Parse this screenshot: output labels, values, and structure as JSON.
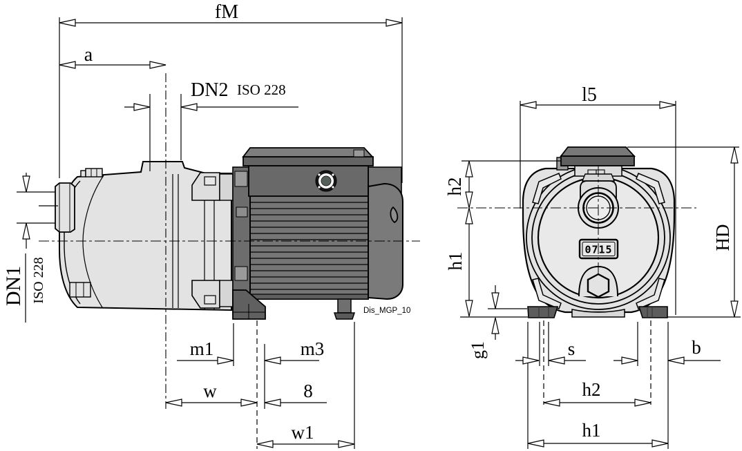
{
  "drawing_code": "Dis_MGP_10",
  "side_view": {
    "dimension_labels": {
      "overall_length": "fM",
      "a": "a",
      "dn2": "DN2",
      "dn2_standard": "ISO 228",
      "dn1": "DN1",
      "dn1_standard": "ISO 228",
      "m1": "m1",
      "m3": "m3",
      "w": "w",
      "fixed_dim": "8",
      "w1": "w1"
    }
  },
  "front_view": {
    "nameplate_text": "0715",
    "dimension_labels": {
      "l5": "l5",
      "h2_axis": "h2",
      "h1_axis": "h1",
      "hd": "HD",
      "g1": "g1",
      "s": "s",
      "b": "b",
      "h2_feet": "h2",
      "h1_feet": "h1"
    }
  }
}
